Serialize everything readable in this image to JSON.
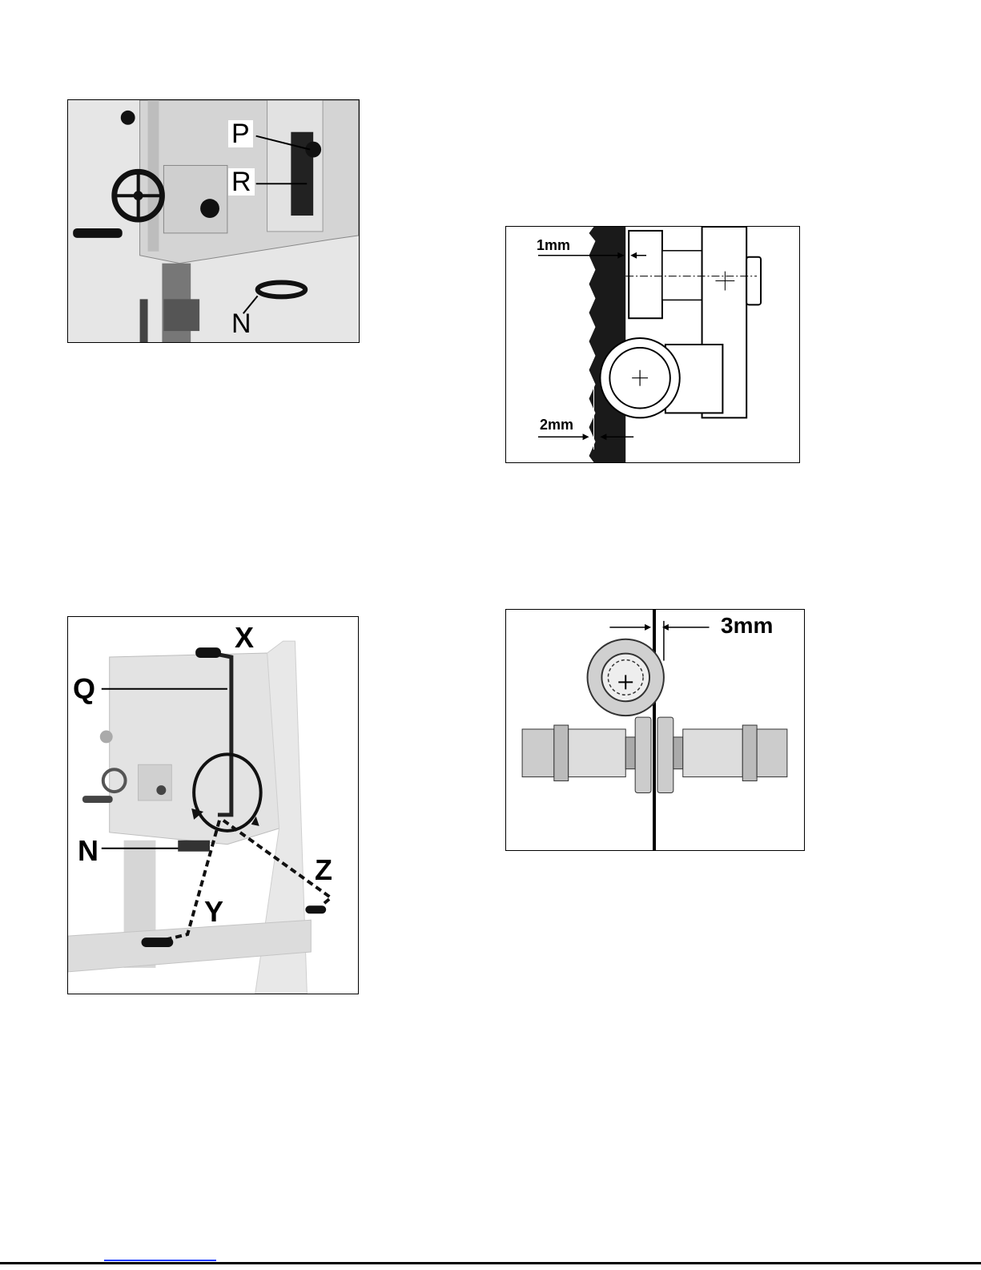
{
  "figures": {
    "photo_top": {
      "labels": {
        "p": "P",
        "r": "R",
        "n": "N"
      }
    },
    "photo_bottom": {
      "labels": {
        "x": "X",
        "q": "Q",
        "n": "N",
        "y": "Y",
        "z": "Z"
      }
    },
    "diagram_guide": {
      "labels": {
        "gap_top": "1mm",
        "gap_bottom": "2mm"
      }
    },
    "diagram_bearing": {
      "labels": {
        "gap": "3mm"
      }
    }
  },
  "colors": {
    "ink": "#000000",
    "footer_link": "#1a3cff"
  }
}
